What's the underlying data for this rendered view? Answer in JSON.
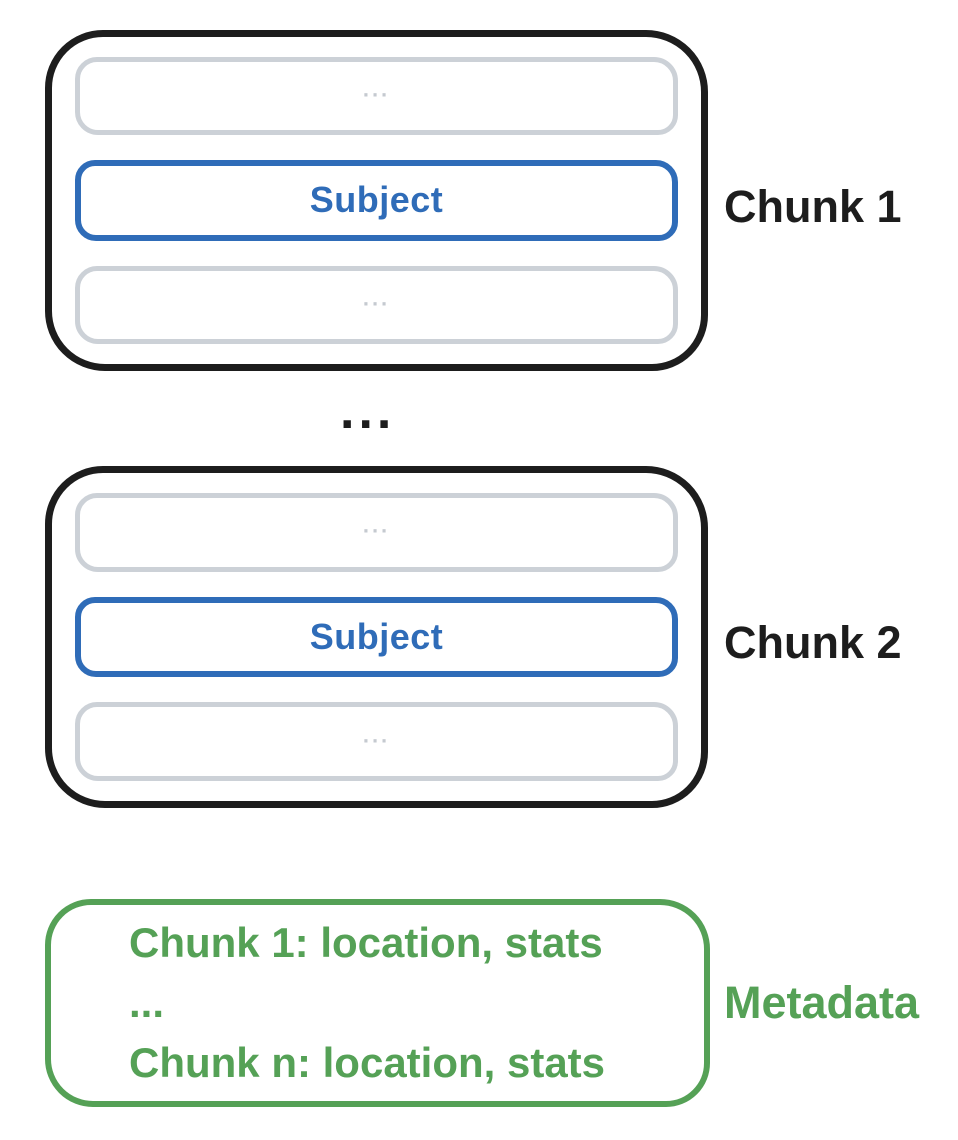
{
  "colors": {
    "ink": "#1d1d1d",
    "gray_border": "#ccd1d7",
    "gray_dots": "#c5cad0",
    "blue": "#2f6cb8",
    "green": "#55a156",
    "background": "#ffffff"
  },
  "chunks": [
    {
      "label": "Chunk 1",
      "rows": [
        {
          "text": "...",
          "style": "gray"
        },
        {
          "text": "Subject",
          "style": "blue"
        },
        {
          "text": "...",
          "style": "gray"
        }
      ]
    },
    {
      "label": "Chunk 2",
      "rows": [
        {
          "text": "...",
          "style": "gray"
        },
        {
          "text": "Subject",
          "style": "blue"
        },
        {
          "text": "...",
          "style": "gray"
        }
      ]
    }
  ],
  "separator": "...",
  "metadata": {
    "label": "Metadata",
    "lines": [
      "Chunk 1: location, stats",
      "...",
      "Chunk n: location, stats"
    ]
  }
}
